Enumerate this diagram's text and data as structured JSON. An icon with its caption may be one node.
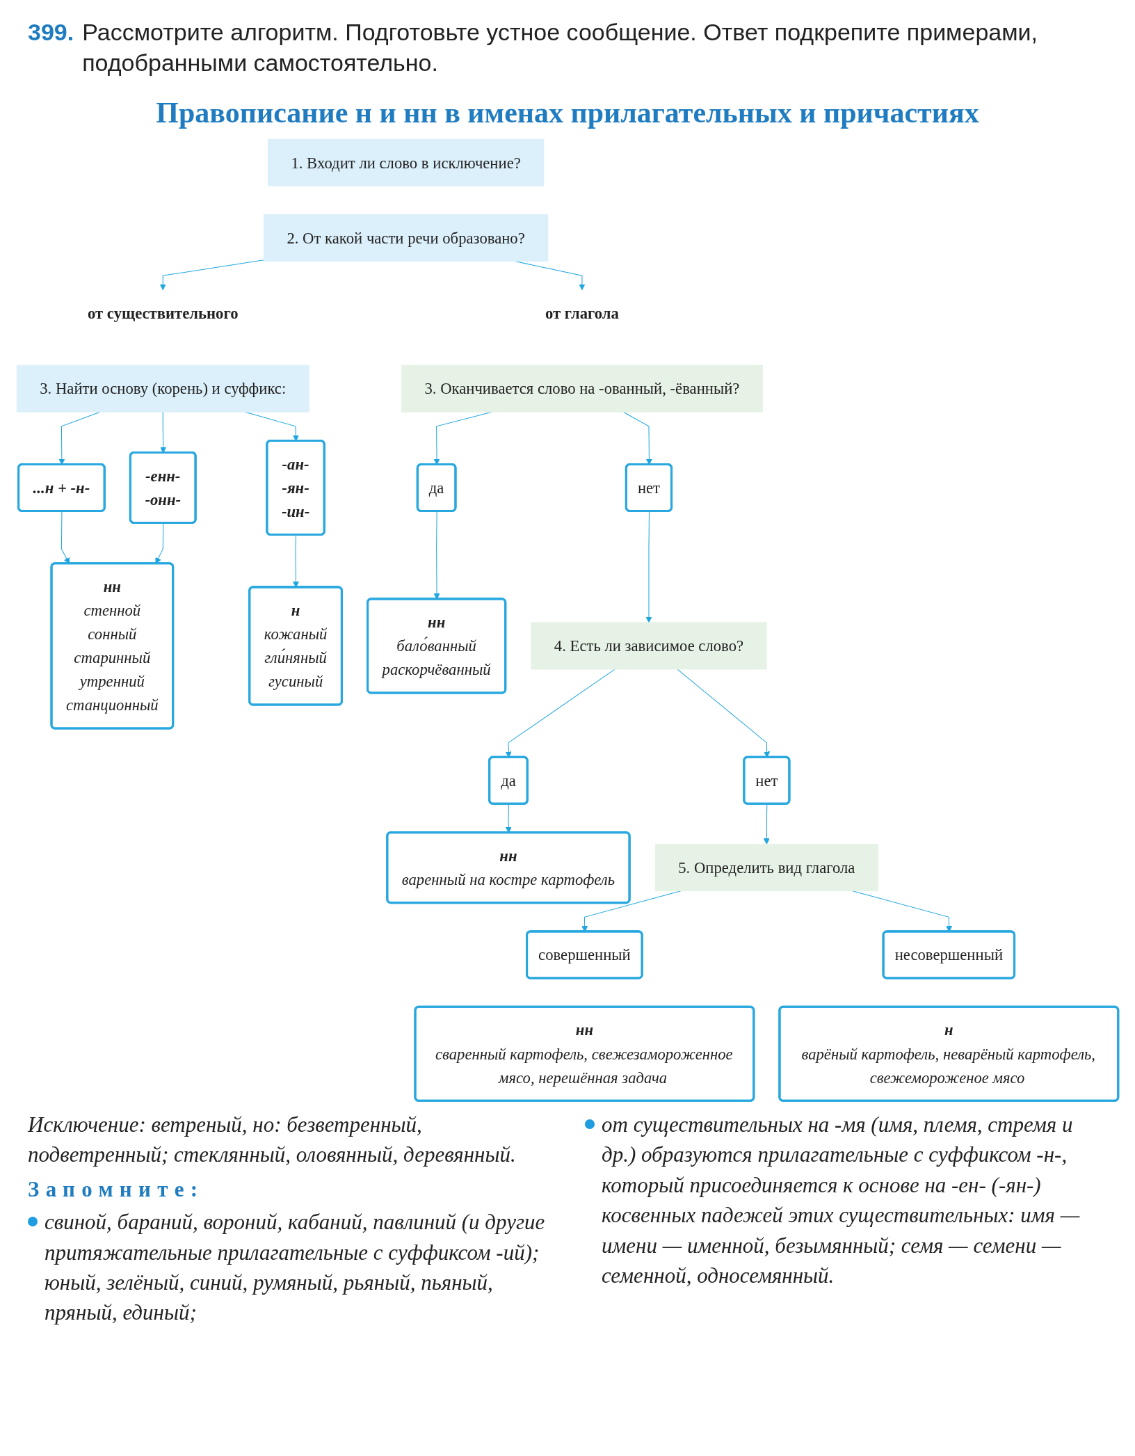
{
  "diagram": {
    "title": "Правописание н и нн в именах прилагательных и причастиях",
    "nodes": [
      {
        "text": [
          "1. Входит ли слово в исключение?"
        ]
      },
      {
        "text": [
          "2. От какой части речи образовано?"
        ]
      },
      {
        "text": [
          "от существительного"
        ]
      },
      {
        "text": [
          "от глагола"
        ]
      },
      {
        "text": [
          "3. Найти основу (корень) и суффикс:"
        ]
      },
      {
        "text": [
          "...н + -н-"
        ]
      },
      {
        "text": [
          "-енн-",
          "-онн-"
        ]
      },
      {
        "text": [
          "-ан-",
          "-ян-",
          "-ин-"
        ]
      },
      {
        "text": [
          "нн",
          "стенной",
          "сонный",
          "старинный",
          "утренний",
          "станционный"
        ]
      },
      {
        "text": [
          "н",
          "кожаный",
          "гли́няный",
          "гусиный"
        ]
      },
      {
        "text": [
          "3. Оканчивается слово на -ованный, -ёванный?"
        ]
      },
      {
        "text": [
          "да"
        ]
      },
      {
        "text": [
          "нет"
        ]
      },
      {
        "text": [
          "нн",
          "бало́ванный",
          "раскорчёванный"
        ]
      },
      {
        "text": [
          "4. Есть ли зависимое слово?"
        ]
      },
      {
        "text": [
          "да"
        ]
      },
      {
        "text": [
          "нет"
        ]
      },
      {
        "text": [
          "нн",
          "варенный на костре картофель"
        ]
      },
      {
        "text": [
          "5. Определить вид глагола"
        ]
      },
      {
        "text": [
          "совершенный"
        ]
      },
      {
        "text": [
          "несовершенный"
        ]
      },
      {
        "text": [
          "нн",
          "сваренный картофель, свежезамороженное мясо, нерешённая задача"
        ]
      },
      {
        "text": [
          "н",
          "варёный картофель, неварёный картофель, свежемороженое мясо"
        ]
      }
    ],
    "edges": [
      {
        "from": 1,
        "to": 2,
        "arrow": "to"
      },
      {
        "from": 1,
        "to": 3,
        "arrow": "to"
      },
      {
        "from": 4,
        "to": 5,
        "arrow": "to"
      },
      {
        "from": 4,
        "to": 6,
        "arrow": "to"
      },
      {
        "from": 4,
        "to": 7,
        "arrow": "to"
      },
      {
        "from": 5,
        "to": 8,
        "arrow": "to"
      },
      {
        "from": 6,
        "to": 8,
        "arrow": "to"
      },
      {
        "from": 7,
        "to": 9,
        "arrow": "to"
      },
      {
        "from": 10,
        "to": 11,
        "arrow": "to"
      },
      {
        "from": 10,
        "to": 12,
        "arrow": "to"
      },
      {
        "from": 11,
        "to": 13,
        "arrow": "to"
      },
      {
        "from": 12,
        "to": 14,
        "arrow": "to"
      },
      {
        "from": 14,
        "to": 15,
        "arrow": "to"
      },
      {
        "from": 14,
        "to": 16,
        "arrow": "to"
      },
      {
        "from": 15,
        "to": 17,
        "arrow": "to"
      },
      {
        "from": 16,
        "to": 18,
        "arrow": "to"
      },
      {
        "from": 18,
        "to": 19,
        "arrow": "to"
      },
      {
        "from": 18,
        "to": 20,
        "arrow": "to"
      }
    ],
    "labels": [
      "399.",
      "Рассмотрите алгоритм. Подготовьте устное сообщение. Ответ подкрепите примерами, подобранными самостоятельно.",
      "Исключение: ветреный, но: безветренный, подветренный; стеклянный, оловянный, деревянный.",
      "Запомните:",
      "свиной, бараний, вороний, кабаний, павлиний (и другие притяжательные прилагательные с суффиксом -ий); юный, зелёный, синий, румяный, рьяный, пьяный, пряный, единый;",
      "от существительных на -мя (имя, племя, стремя и др.) образуются прилагательные с суффиксом -н-, который присоединяется к основе на -ен- (-ян-) косвенных падежей этих существительных: имя — имени — именной, безымянный; семя — семени — семенной, односемянный."
    ]
  }
}
